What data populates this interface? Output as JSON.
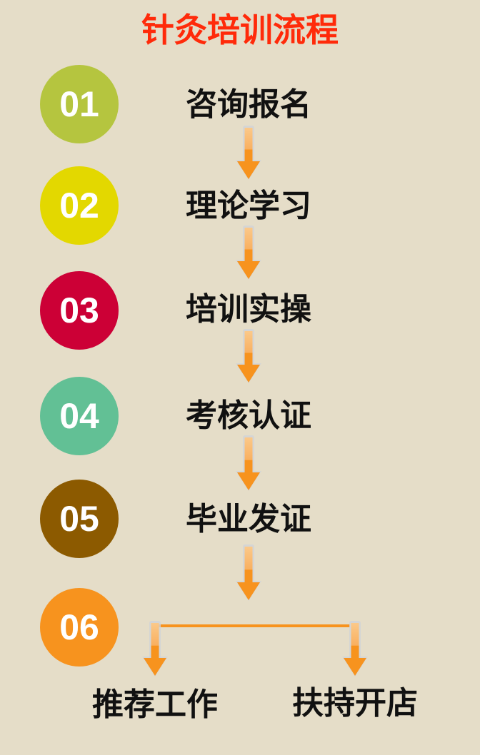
{
  "title": "针灸培训流程",
  "steps": [
    {
      "number": "01",
      "label": "咨询报名",
      "color": "#b5c53f"
    },
    {
      "number": "02",
      "label": "理论学习",
      "color": "#e3d800"
    },
    {
      "number": "03",
      "label": "培训实操",
      "color": "#cc0036"
    },
    {
      "number": "04",
      "label": "考核认证",
      "color": "#62c095"
    },
    {
      "number": "05",
      "label": "毕业发证",
      "color": "#8c5a00"
    },
    {
      "number": "06",
      "label": "",
      "color": "#f7931e"
    }
  ],
  "branches": [
    {
      "label": "推荐工作"
    },
    {
      "label": "扶持开店"
    }
  ],
  "arrow_color": "#f7931e"
}
